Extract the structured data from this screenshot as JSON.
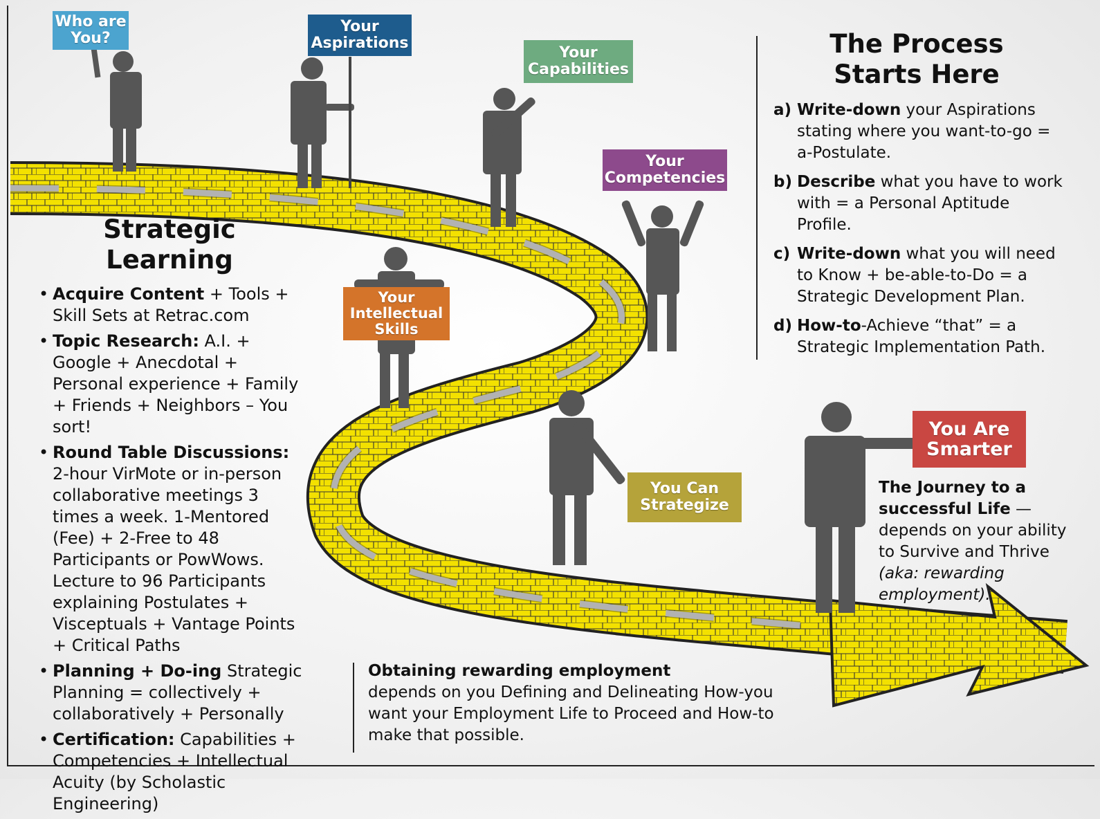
{
  "colors": {
    "figure": "#565656",
    "road_yellow": "#f3e100",
    "road_edge": "#222222",
    "sign_who": "#4ca4cf",
    "sign_aspirations": "#1e5c8d",
    "sign_capabilities": "#6eab80",
    "sign_competencies": "#8d4a8c",
    "sign_intellectual": "#d4742a",
    "sign_strategize": "#b5a33a",
    "sign_smarter": "#c94742"
  },
  "signs": {
    "who": [
      "Who are",
      "You?"
    ],
    "aspirations": [
      "Your",
      "Aspirations"
    ],
    "capabilities": [
      "Your",
      "Capabilities"
    ],
    "competencies": [
      "Your",
      "Competencies"
    ],
    "intellectual": [
      "Your",
      "Intellectual",
      "Skills"
    ],
    "strategize": [
      "You Can",
      "Strategize"
    ],
    "smarter": [
      "You Are",
      "Smarter"
    ]
  },
  "strategic_learning": {
    "title": [
      "Strategic",
      "Learning"
    ],
    "items": [
      {
        "bold": "Acquire Content",
        "text": " + Tools + Skill Sets at Retrac.com"
      },
      {
        "bold": "Topic Research:",
        "text": "  A.I. + Google + Anecdotal + Personal experience + Family + Friends + Neighbors – You sort!"
      },
      {
        "bold": "Round Table Discussions:",
        "text": " 2-hour VirMote or in-person collaborative meetings 3 times a week. 1-Mentored (Fee) + 2-Free to 48 Participants or PowWows. Lecture to 96 Participants explaining Postulates + Visceptuals + Vantage Points + Critical Paths"
      },
      {
        "bold": "Planning + Do-ing",
        "text": " Strategic Planning = collectively + collaboratively + Personally"
      },
      {
        "bold": "Certification:",
        "text": " Capabilities + Competencies + Intellectual Acuity (by Scholastic Engineering)"
      }
    ]
  },
  "process": {
    "title": [
      "The Process",
      "Starts Here"
    ],
    "steps": [
      {
        "marker": "a)",
        "bold": "Write-down",
        "text": " your Aspirations stating where you want-to-go = a-Postulate."
      },
      {
        "marker": "b)",
        "bold": "Describe",
        "text": " what you have to work with = a Personal Aptitude Profile."
      },
      {
        "marker": "c)",
        "bold": "Write-down",
        "text": " what you will need to Know + be-able-to-Do = a Strategic Development Plan."
      },
      {
        "marker": "d)",
        "bold": "How-to",
        "text": "-Achieve “that” = a Strategic Implementation Path."
      }
    ]
  },
  "journey": {
    "bold": "The Journey to a successful Life",
    "text": " — depends on your ability to Survive and Thrive ",
    "italic": "(aka: rewarding employment)."
  },
  "employment": {
    "bold": "Obtaining rewarding employment",
    "text": "depends on you Defining and Delineating How-you want your Employment Life to Proceed and How-to make that possible."
  }
}
